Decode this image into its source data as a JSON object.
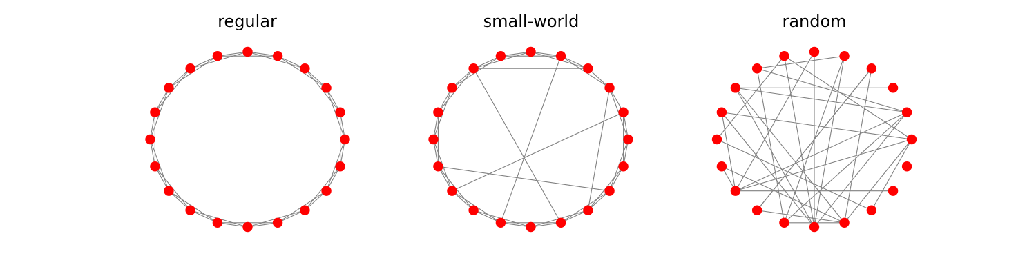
{
  "figure": {
    "node_color": "#ff0000",
    "edge_color": "#808080",
    "node_count": 20,
    "layout": "circular"
  },
  "panels": [
    {
      "id": "regular",
      "title": "regular",
      "edges": [
        [
          0,
          1
        ],
        [
          1,
          2
        ],
        [
          2,
          3
        ],
        [
          3,
          4
        ],
        [
          4,
          5
        ],
        [
          5,
          6
        ],
        [
          6,
          7
        ],
        [
          7,
          8
        ],
        [
          8,
          9
        ],
        [
          9,
          10
        ],
        [
          10,
          11
        ],
        [
          11,
          12
        ],
        [
          12,
          13
        ],
        [
          13,
          14
        ],
        [
          14,
          15
        ],
        [
          15,
          16
        ],
        [
          16,
          17
        ],
        [
          17,
          18
        ],
        [
          18,
          19
        ],
        [
          19,
          0
        ],
        [
          0,
          2
        ],
        [
          1,
          3
        ],
        [
          2,
          4
        ],
        [
          3,
          5
        ],
        [
          4,
          6
        ],
        [
          5,
          7
        ],
        [
          6,
          8
        ],
        [
          7,
          9
        ],
        [
          8,
          10
        ],
        [
          9,
          11
        ],
        [
          10,
          12
        ],
        [
          11,
          13
        ],
        [
          12,
          14
        ],
        [
          13,
          15
        ],
        [
          14,
          16
        ],
        [
          15,
          17
        ],
        [
          16,
          18
        ],
        [
          17,
          19
        ],
        [
          18,
          0
        ],
        [
          19,
          1
        ]
      ]
    },
    {
      "id": "small-world",
      "title": "small-world",
      "edges": [
        [
          0,
          1
        ],
        [
          1,
          2
        ],
        [
          2,
          3
        ],
        [
          3,
          4
        ],
        [
          4,
          5
        ],
        [
          5,
          6
        ],
        [
          6,
          7
        ],
        [
          7,
          8
        ],
        [
          8,
          9
        ],
        [
          9,
          10
        ],
        [
          10,
          11
        ],
        [
          11,
          12
        ],
        [
          12,
          13
        ],
        [
          13,
          14
        ],
        [
          14,
          15
        ],
        [
          15,
          16
        ],
        [
          16,
          17
        ],
        [
          17,
          18
        ],
        [
          18,
          19
        ],
        [
          19,
          0
        ],
        [
          0,
          2
        ],
        [
          2,
          4
        ],
        [
          3,
          5
        ],
        [
          4,
          6
        ],
        [
          5,
          7
        ],
        [
          6,
          8
        ],
        [
          7,
          9
        ],
        [
          8,
          10
        ],
        [
          9,
          11
        ],
        [
          10,
          12
        ],
        [
          11,
          13
        ],
        [
          12,
          14
        ],
        [
          13,
          15
        ],
        [
          14,
          16
        ],
        [
          15,
          17
        ],
        [
          16,
          18
        ],
        [
          17,
          19
        ],
        [
          18,
          0
        ],
        [
          19,
          1
        ],
        [
          2,
          17
        ],
        [
          16,
          7
        ],
        [
          4,
          14
        ],
        [
          18,
          11
        ],
        [
          1,
          12
        ],
        [
          3,
          7
        ]
      ]
    },
    {
      "id": "random",
      "title": "random",
      "edges": [
        [
          0,
          9
        ],
        [
          0,
          12
        ],
        [
          0,
          16
        ],
        [
          1,
          7
        ],
        [
          1,
          15
        ],
        [
          1,
          12
        ],
        [
          1,
          14
        ],
        [
          2,
          8
        ],
        [
          3,
          13
        ],
        [
          4,
          15
        ],
        [
          4,
          14
        ],
        [
          4,
          7
        ],
        [
          5,
          12
        ],
        [
          5,
          15
        ],
        [
          6,
          10
        ],
        [
          6,
          15
        ],
        [
          7,
          14
        ],
        [
          8,
          15
        ],
        [
          8,
          16
        ],
        [
          8,
          1
        ],
        [
          9,
          15
        ],
        [
          9,
          12
        ],
        [
          10,
          17
        ],
        [
          11,
          16
        ],
        [
          11,
          12
        ],
        [
          12,
          18
        ],
        [
          13,
          16
        ],
        [
          14,
          16
        ],
        [
          17,
          0
        ],
        [
          13,
          3
        ],
        [
          16,
          3
        ],
        [
          6,
          0
        ]
      ]
    }
  ]
}
